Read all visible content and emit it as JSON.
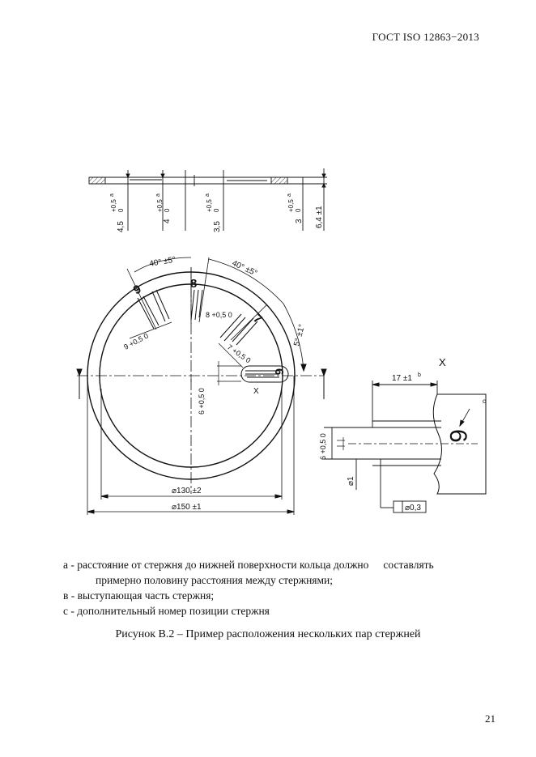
{
  "header": {
    "standard": "ГОСТ  ISO 12863−2013"
  },
  "drawing": {
    "section": {
      "dims": [
        "4,5",
        "4",
        "3,5",
        "3"
      ],
      "tol_upper": "+0,5",
      "tol_lower": "0",
      "tol_mark": "a",
      "thickness": "6,4 ±1"
    },
    "plan": {
      "angle_1": "40° ±5°",
      "angle_2": "40° ±5°",
      "angle_3": "5° ±1°",
      "pair_9_tol": "9 +0,5 0",
      "pair_8_tol": "8 +0,5 0",
      "pair_7_tol": "7 +0,5 0",
      "pair_6_tol": "6 +0,5 0",
      "marker_9": "9",
      "marker_8": "8",
      "marker_7": "7",
      "marker_6": "6",
      "diameter_inner": "⌀130 ±2",
      "diameter_outer": "⌀150 ±1",
      "section_mark": "X"
    },
    "detail": {
      "label": "X",
      "length": "17 ±1",
      "length_mark": "b",
      "width_tol": "6 +0,5 0",
      "pin_diameter": "⌀1",
      "flatness": "⌀0,3",
      "callout": "c",
      "marker": "6"
    }
  },
  "notes": [
    {
      "key": "a",
      "text": "а - расстояние от стержня до нижней поверхности кольца должно",
      "tail": "составлять"
    },
    {
      "key": "a2",
      "text": "примерно половину расстояния между стержнями;"
    },
    {
      "key": "b",
      "text": "в - выступающая часть стержня;"
    },
    {
      "key": "c",
      "text": "с - дополнительный номер позиции стержня"
    }
  ],
  "caption": "Рисунок В.2 – Пример расположения нескольких пар стержней",
  "page_number": "21"
}
